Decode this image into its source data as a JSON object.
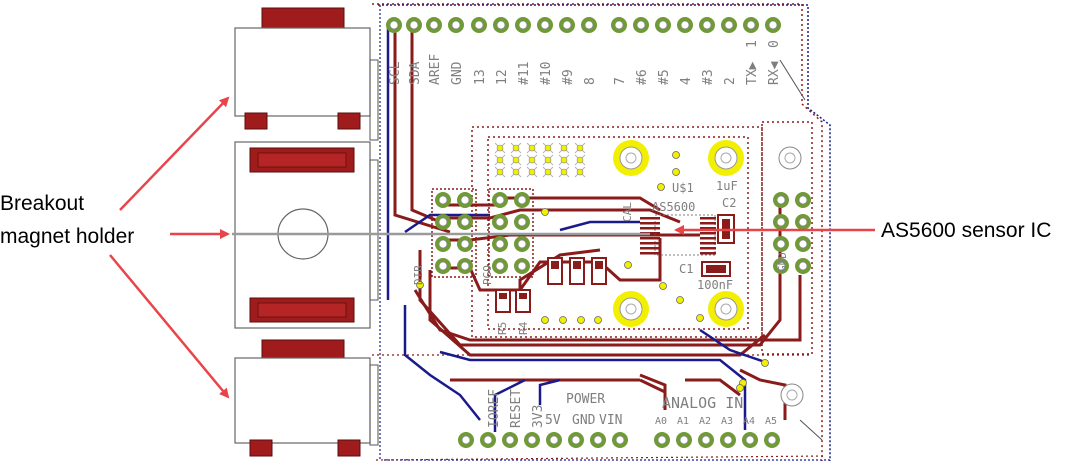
{
  "callouts": {
    "left_line1": "Breakout",
    "left_line2": "magnet holder",
    "right": "AS5600 sensor IC"
  },
  "colors": {
    "trace_top": "#8a1b1b",
    "trace_bottom": "#1a1a8c",
    "pad_green": "#6f9a35",
    "pad_yellow": "#f2f000",
    "arrow_red": "#e8454a",
    "silk_gray": "#7f7f7f",
    "holder_fill": "#a01c1c"
  },
  "header_top": {
    "labels_left": [
      "SCL",
      "SDA",
      "AREF",
      "GND",
      "13",
      "12",
      "#11",
      "#10",
      "#9",
      "8"
    ],
    "labels_right": [
      "7",
      "#6",
      "#5",
      "4",
      "#3",
      "2",
      "TX▶",
      "RX◀"
    ],
    "tx_rx_suffix": [
      "1",
      "0"
    ]
  },
  "header_bottom": {
    "power_title": "POWER",
    "power_labels": [
      "IOREF",
      "RESET",
      "3V3",
      "5V",
      "GND",
      "VIN"
    ],
    "analog_title": "ANALOG IN",
    "analog_labels": [
      "A0",
      "A1",
      "A2",
      "A3",
      "A4",
      "A5"
    ]
  },
  "parts": {
    "u1": "U$1",
    "chip": "AS5600",
    "c2_value": "1uF",
    "c2": "C2",
    "c1": "C1",
    "c1_value": "100nF",
    "r5": "R5",
    "r4": "R4",
    "dir": "DIR",
    "pgo": "PGO",
    "gnd_label": "GND",
    "cal": "CAL"
  }
}
